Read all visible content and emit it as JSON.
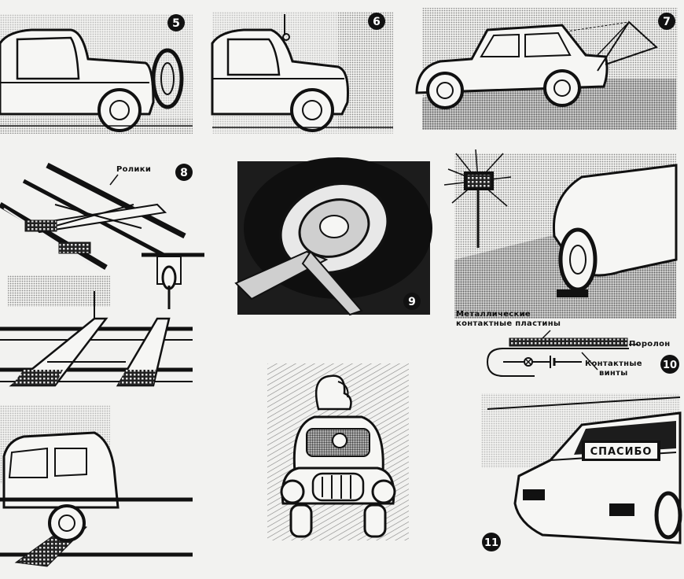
{
  "figures": {
    "fig5": {
      "number": "5"
    },
    "fig6": {
      "number": "6"
    },
    "fig7": {
      "number": "7"
    },
    "fig8": {
      "number": "8",
      "label_rollers": "Ролики"
    },
    "fig9": {
      "number": "9"
    },
    "fig10": {
      "number": "10",
      "label_plates_line1": "Металлические",
      "label_plates_line2": "контактные пластины",
      "label_foam": "Поролон",
      "label_screws_line1": "Контактные",
      "label_screws_line2": "винты"
    },
    "fig11": {
      "number": "11",
      "sign_text": "СПАСИБО"
    }
  },
  "colors": {
    "ink": "#111111",
    "paper": "#f2f2f0",
    "halftone": "#9a9a9a",
    "dark": "#1c1c1c"
  }
}
